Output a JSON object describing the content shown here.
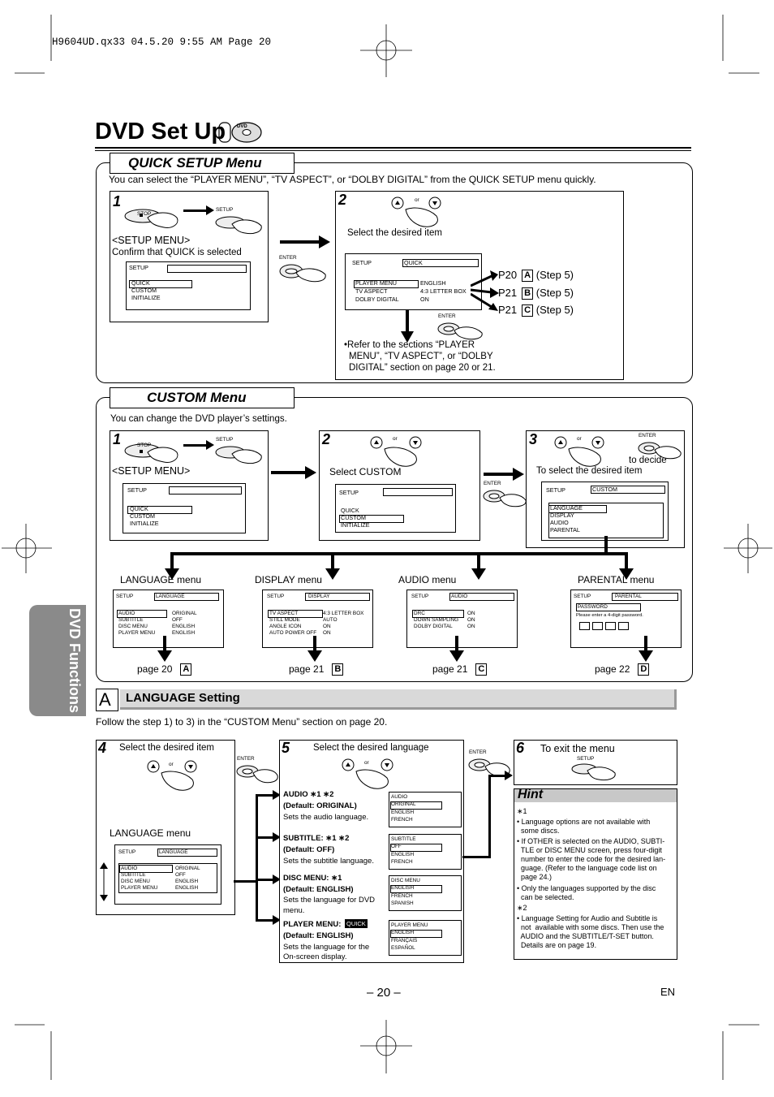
{
  "print_header": "H9604UD.qx33  04.5.20  9:55 AM  Page 20",
  "page_title": "DVD Set Up",
  "side_tab": "DVD Functions",
  "quick": {
    "title": "QUICK SETUP Menu",
    "intro": "You can select the “PLAYER MENU”, “TV ASPECT”, or “DOLBY DIGITAL” from the QUICK SETUP menu quickly.",
    "s1_num": "1",
    "s1_stop": "STOP",
    "s1_setup": "SETUP",
    "s1_menu": "<SETUP MENU>",
    "s1_confirm": "Confirm that QUICK is selected",
    "s1_screen": {
      "head": "SETUP",
      "items": [
        "QUICK",
        "CUSTOM",
        "INITIALIZE"
      ]
    },
    "enter": "ENTER",
    "s2_num": "2",
    "s2_or": "or",
    "s2_text": "Select the desired item",
    "s2_screen": {
      "head": "SETUP",
      "tab": "QUICK",
      "rows": [
        {
          "k": "PLAYER MENU",
          "v": "ENGLISH"
        },
        {
          "k": "TV ASPECT",
          "v": "4:3 LETTER BOX"
        },
        {
          "k": "DOLBY DIGITAL",
          "v": "ON"
        }
      ]
    },
    "s2_enter": "ENTER",
    "refs": [
      {
        "p": "P20",
        "b": "A",
        "s": "(Step 5)"
      },
      {
        "p": "P21",
        "b": "B",
        "s": "(Step 5)"
      },
      {
        "p": "P21",
        "b": "C",
        "s": "(Step 5)"
      }
    ],
    "note_1": "•Refer to the sections “PLAYER",
    "note_2": "MENU”, “TV ASPECT”, or “DOLBY",
    "note_3": "DIGITAL” section on page 20 or 21."
  },
  "custom": {
    "title": "CUSTOM Menu",
    "intro": "You can change the DVD player’s settings.",
    "s1_num": "1",
    "s1_stop": "STOP",
    "s1_setup": "SETUP",
    "s1_menu": "<SETUP MENU>",
    "s1_screen": {
      "head": "SETUP",
      "items": [
        "QUICK",
        "CUSTOM",
        "INITIALIZE"
      ]
    },
    "s2_num": "2",
    "s2_or": "or",
    "s2_text": "Select CUSTOM",
    "s2_enter": "ENTER",
    "s2_screen": {
      "head": "SETUP",
      "items": [
        "QUICK",
        "CUSTOM",
        "INITIALIZE"
      ]
    },
    "s3_num": "3",
    "s3_or": "or",
    "s3_enter": "ENTER",
    "s3_decide": "to decide",
    "s3_text": "To select the desired item",
    "s3_screen": {
      "head": "SETUP",
      "tab": "CUSTOM",
      "items": [
        "LANGUAGE",
        "DISPLAY",
        "AUDIO",
        "PARENTAL"
      ]
    },
    "menus": [
      {
        "label": "LANGUAGE menu",
        "head": "SETUP",
        "tab": "LANGUAGE",
        "rows": [
          {
            "k": "AUDIO",
            "v": "ORIGINAL"
          },
          {
            "k": "SUBTITLE",
            "v": "OFF"
          },
          {
            "k": "DISC MENU",
            "v": "ENGLISH"
          },
          {
            "k": "PLAYER MENU",
            "v": "ENGLISH"
          }
        ],
        "page": "page 20",
        "badge": "A"
      },
      {
        "label": "DISPLAY menu",
        "head": "SETUP",
        "tab": "DISPLAY",
        "rows": [
          {
            "k": "TV ASPECT",
            "v": "4:3 LETTER BOX"
          },
          {
            "k": "STILL MODE",
            "v": "AUTO"
          },
          {
            "k": "ANGLE ICON",
            "v": "ON"
          },
          {
            "k": "AUTO POWER OFF",
            "v": "ON"
          }
        ],
        "page": "page 21",
        "badge": "B"
      },
      {
        "label": "AUDIO menu",
        "head": "SETUP",
        "tab": "AUDIO",
        "rows": [
          {
            "k": "DRC",
            "v": "ON"
          },
          {
            "k": "DOWN SAMPLING",
            "v": "ON"
          },
          {
            "k": "DOLBY DIGITAL",
            "v": "ON"
          }
        ],
        "page": "page 21",
        "badge": "C"
      },
      {
        "label": "PARENTAL menu",
        "head": "SETUP",
        "tab": "PARENTAL",
        "password": "PASSWORD",
        "prompt": "Please enter a 4-digit password.",
        "page": "page 22",
        "badge": "D"
      }
    ]
  },
  "lang": {
    "letter": "A",
    "title": "LANGUAGE Setting",
    "follow": "Follow the step 1) to 3) in the “CUSTOM Menu” section on page 20.",
    "s4_num": "4",
    "s4_text": "Select the desired item",
    "s4_or": "or",
    "s4_enter": "ENTER",
    "s4_menu_label": "LANGUAGE menu",
    "s4_screen": {
      "head": "SETUP",
      "tab": "LANGUAGE",
      "rows": [
        {
          "k": "AUDIO",
          "v": "ORIGINAL"
        },
        {
          "k": "SUBTITLE",
          "v": "OFF"
        },
        {
          "k": "DISC MENU",
          "v": "ENGLISH"
        },
        {
          "k": "PLAYER MENU",
          "v": "ENGLISH"
        }
      ]
    },
    "s5_num": "5",
    "s5_text": "Select the desired language",
    "s5_or": "or",
    "s5_enter": "ENTER",
    "items": [
      {
        "name": "AUDIO ∗1 ∗2",
        "def": "(Default: ORIGINAL)",
        "desc1": "Sets the audio language.",
        "desc2": "",
        "opts": [
          "AUDIO",
          "ORIGINAL",
          "ENGLISH",
          "FRENCH"
        ]
      },
      {
        "name": "SUBTITLE: ∗1 ∗2",
        "def": "(Default: OFF)",
        "desc1": "Sets the subtitle language.",
        "desc2": "",
        "opts": [
          "SUBTITLE",
          "OFF",
          "ENGLISH",
          "FRENCH"
        ]
      },
      {
        "name": "DISC MENU: ∗1",
        "def": "(Default: ENGLISH)",
        "desc1": "Sets the language for DVD",
        "desc2": "menu.",
        "opts": [
          "DISC MENU",
          "ENGLISH",
          "FRENCH",
          "SPANISH"
        ]
      },
      {
        "name": "PLAYER MENU:",
        "quick": "QUICK",
        "def": "(Default: ENGLISH)",
        "desc1": "Sets the language for the",
        "desc2": "On-screen display.",
        "opts": [
          "PLAYER MENU",
          "ENGLISH",
          "FRANÇAIS",
          "ESPAÑOL"
        ]
      }
    ],
    "s6_num": "6",
    "s6_text": "To exit the menu",
    "s6_setup": "SETUP"
  },
  "hint": {
    "title": "Hint",
    "lines": [
      "∗1",
      "• Language options are not available with",
      "  some discs.",
      "• If OTHER is selected on the AUDIO, SUBTI-",
      "  TLE or DISC MENU screen, press four-digit",
      "  number to enter the code for the desired lan-",
      "  guage. (Refer to the language code list on",
      "  page 24.)",
      "• Only the languages supported by the disc",
      "  can be selected.",
      "∗2",
      "• Language Setting for Audio and Subtitle is",
      "  not  available with some discs. Then use the",
      "  AUDIO and the SUBTITLE/T-SET button.",
      "  Details are on page 19."
    ]
  },
  "footer": {
    "page": "– 20 –",
    "lang": "EN"
  },
  "colors": {
    "tab_gray": "#8a8a8a",
    "band_gray": "#d9d9d9",
    "hint_gray": "#c8c8c8"
  }
}
